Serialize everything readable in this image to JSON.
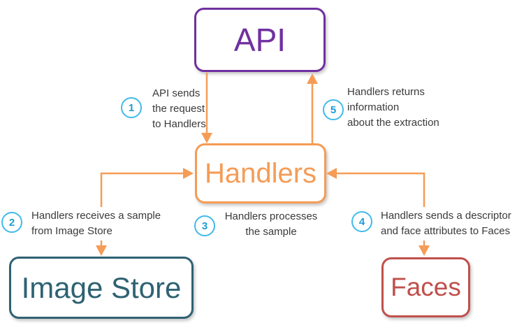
{
  "nodes": {
    "api": {
      "label": "API",
      "border_color": "#7030A0",
      "text_color": "#7030A0"
    },
    "handlers": {
      "label": "Handlers",
      "border_color": "#F59C56",
      "text_color": "#F59C56"
    },
    "image_store": {
      "label": "Image Store",
      "border_color": "#2F6272",
      "text_color": "#2F6272"
    },
    "faces": {
      "label": "Faces",
      "border_color": "#C0504D",
      "text_color": "#C0504D"
    }
  },
  "steps": [
    {
      "num": "1",
      "lines": [
        "API sends",
        "the request",
        "to Handlers"
      ]
    },
    {
      "num": "2",
      "lines": [
        "Handlers receives a sample",
        "from Image Store"
      ]
    },
    {
      "num": "3",
      "lines": [
        "Handlers processes",
        "the sample"
      ]
    },
    {
      "num": "4",
      "lines": [
        "Handlers sends a descriptor",
        "and face attributes to Faces"
      ]
    },
    {
      "num": "5",
      "lines": [
        "Handlers returns",
        "information",
        "about the extraction"
      ]
    }
  ],
  "colors": {
    "arrow": "#F59C56",
    "step_circle_border": "#41BAEA",
    "step_number": "#1B9CD4",
    "note_text": "#3A3A3A",
    "background": "#FFFFFF"
  }
}
